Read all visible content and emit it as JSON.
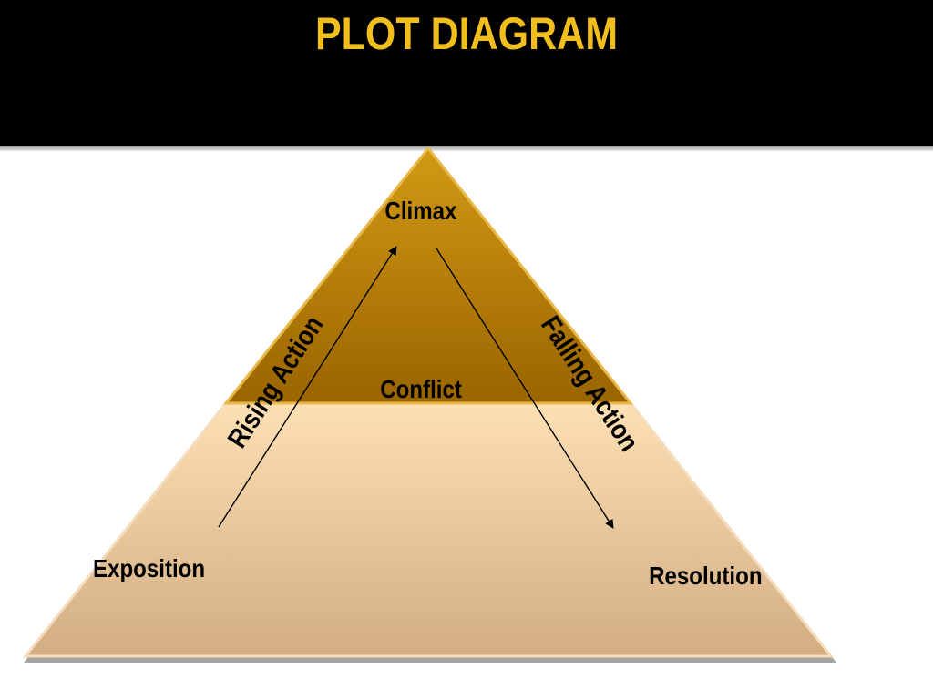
{
  "slide": {
    "title": "PLOT DIAGRAM"
  },
  "diagram": {
    "labels": {
      "climax": "Climax",
      "conflict": "Conflict",
      "exposition": "Exposition",
      "resolution": "Resolution",
      "rising_action": "Rising Action",
      "falling_action": "Falling Action"
    }
  },
  "colors": {
    "title": "#f2be1c",
    "title_bar": "#000000",
    "pyramid_top_light": "#d19a14",
    "pyramid_top_dark": "#9a6400",
    "pyramid_base_light": "#fde0b4",
    "pyramid_base_dark": "#d2ad82"
  }
}
